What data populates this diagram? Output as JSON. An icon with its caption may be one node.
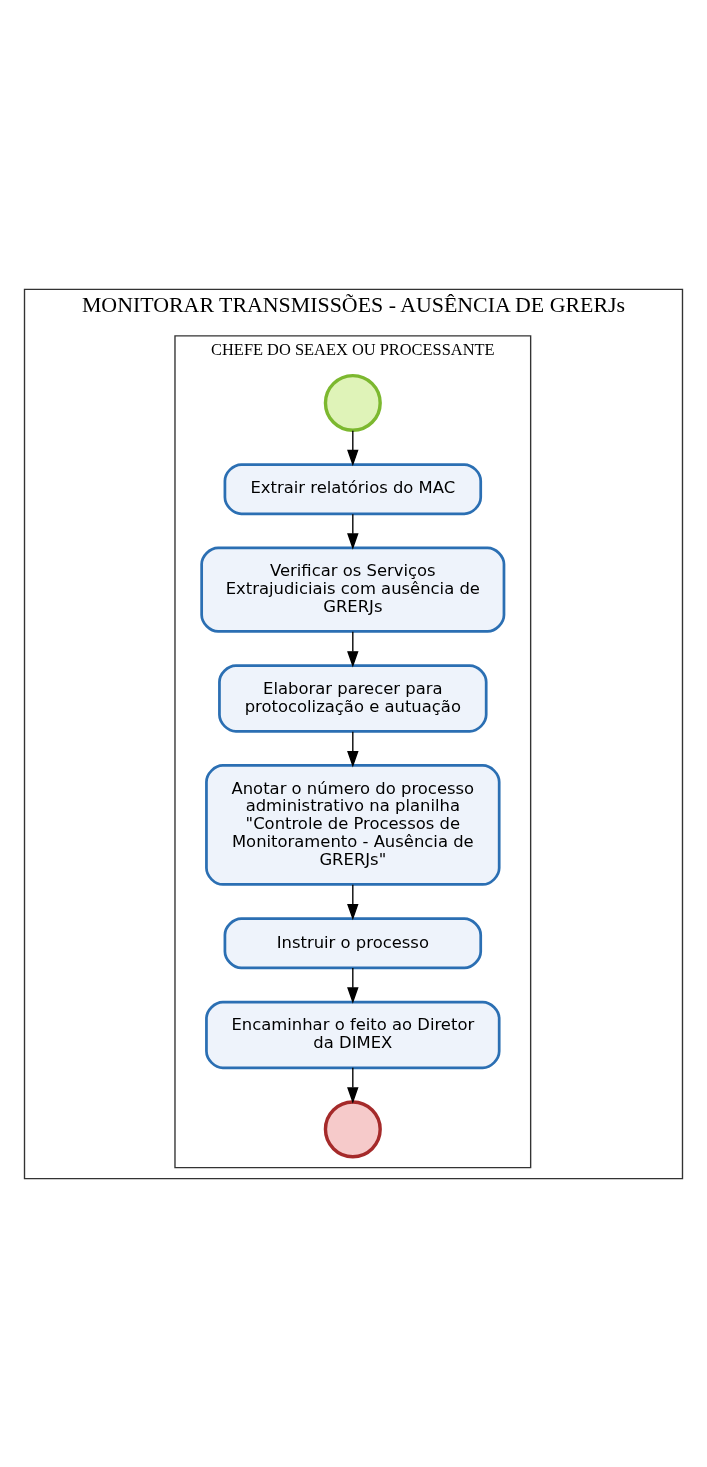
{
  "diagram": {
    "nodes": [
      {
        "text": [
          "MONITORAR TRANSMISSÕES - AUSÊNCIA DE GRERJs"
        ]
      },
      {
        "text": [
          "CHEFE DO SEAEX OU PROCESSANTE"
        ],
        "in": 0
      },
      {
        "text": [],
        "shape": "circle",
        "in": 1
      },
      {
        "text": [
          "Extrair relatórios do MAC"
        ],
        "in": 1
      },
      {
        "text": [
          "Verificar os Serviços Extrajudiciais com ausência de GRERJs"
        ],
        "in": 1
      },
      {
        "text": [
          "Elaborar parecer para protocolização e autuação"
        ],
        "in": 1
      },
      {
        "text": [
          "Anotar o número do processo administrativo na planilha \"Controle de Processos de Monitoramento - Ausência de GRERJs\""
        ],
        "in": 1
      },
      {
        "text": [
          "Instruir o processo"
        ],
        "in": 1
      },
      {
        "text": [
          "Encaminhar o feito ao Diretor da DIMEX"
        ],
        "in": 1
      },
      {
        "text": [],
        "shape": "circle",
        "in": 1
      }
    ],
    "edges": [
      {
        "from": 2,
        "to": 3,
        "arrow": "to"
      },
      {
        "from": 3,
        "to": 4,
        "arrow": "to"
      },
      {
        "from": 4,
        "to": 5,
        "arrow": "to"
      },
      {
        "from": 5,
        "to": 6,
        "arrow": "to"
      },
      {
        "from": 6,
        "to": 7,
        "arrow": "to"
      },
      {
        "from": 7,
        "to": 8,
        "arrow": "to"
      },
      {
        "from": 8,
        "to": 9,
        "arrow": "to"
      }
    ]
  }
}
